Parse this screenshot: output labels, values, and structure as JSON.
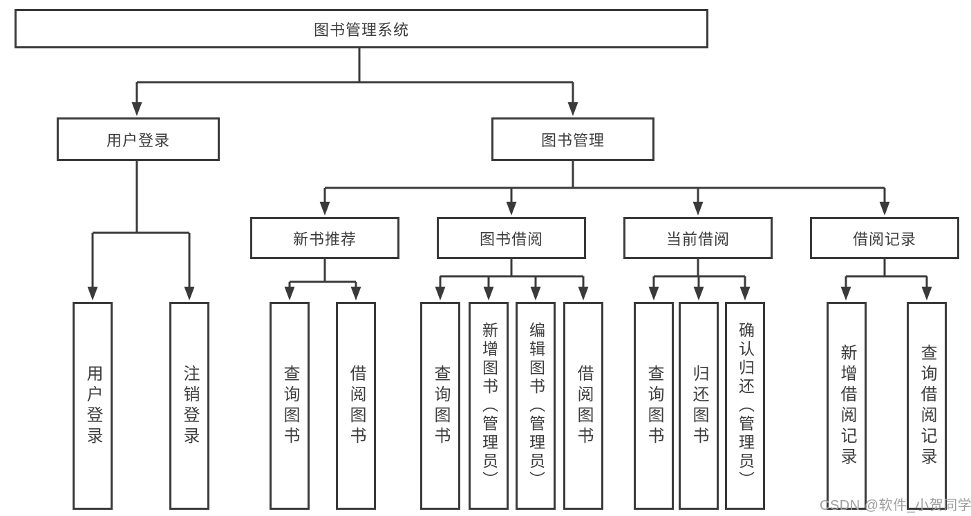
{
  "diagram": {
    "root": {
      "label": "图书管理系统"
    },
    "branches": [
      {
        "label": "用户登录"
      },
      {
        "label": "图书管理"
      }
    ],
    "modules": [
      {
        "label": "新书推荐",
        "parent": "图书管理"
      },
      {
        "label": "图书借阅",
        "parent": "图书管理"
      },
      {
        "label": "当前借阅",
        "parent": "图书管理"
      },
      {
        "label": "借阅记录",
        "parent": "图书管理"
      }
    ],
    "leaves": [
      {
        "label": "用户登录",
        "parent": "用户登录"
      },
      {
        "label": "注销登录",
        "parent": "用户登录"
      },
      {
        "label": "查询图书",
        "parent": "新书推荐"
      },
      {
        "label": "借阅图书",
        "parent": "新书推荐"
      },
      {
        "label": "查询图书",
        "parent": "图书借阅"
      },
      {
        "label": "新增图书（管理员）",
        "parent": "图书借阅"
      },
      {
        "label": "编辑图书（管理员）",
        "parent": "图书借阅"
      },
      {
        "label": "借阅图书",
        "parent": "图书借阅"
      },
      {
        "label": "查询图书",
        "parent": "当前借阅"
      },
      {
        "label": "归还图书",
        "parent": "当前借阅"
      },
      {
        "label": "确认归还（管理员）",
        "parent": "当前借阅"
      },
      {
        "label": "新增借阅记录",
        "parent": "借阅记录"
      },
      {
        "label": "查询借阅记录",
        "parent": "借阅记录"
      }
    ]
  },
  "watermark": {
    "text": "CSDN @软件_小贺同学"
  },
  "colors": {
    "line": "#3a3a3a",
    "text": "#3d3d3d",
    "box_fill": "#ffffff",
    "background": "#ffffff",
    "watermark": "#9e9e9e"
  }
}
